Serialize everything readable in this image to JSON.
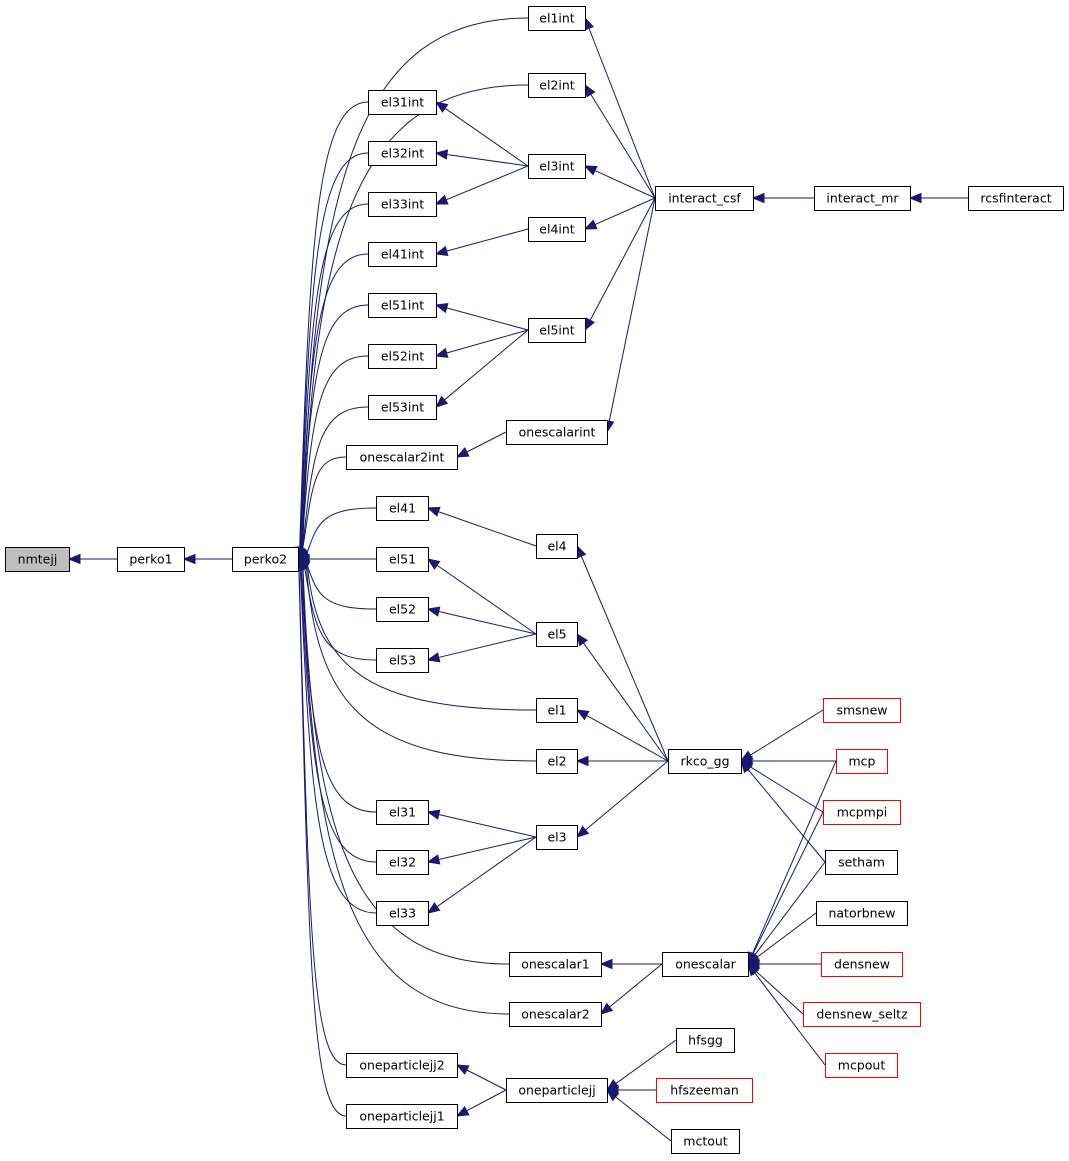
{
  "colors": {
    "edge": "#191970",
    "box_border": "#000000",
    "truncated_border": "#ff0000",
    "current_fill": "#bfbfbf",
    "box_fill": "#ffffff"
  },
  "nodes": [
    {
      "id": "nmtejj",
      "label": "nmtejj",
      "current": true
    },
    {
      "id": "perko1",
      "label": "perko1"
    },
    {
      "id": "perko2",
      "label": "perko2"
    },
    {
      "id": "el1int",
      "label": "el1int"
    },
    {
      "id": "el2int",
      "label": "el2int"
    },
    {
      "id": "el31int",
      "label": "el31int"
    },
    {
      "id": "el32int",
      "label": "el32int"
    },
    {
      "id": "el33int",
      "label": "el33int"
    },
    {
      "id": "el41int",
      "label": "el41int"
    },
    {
      "id": "el51int",
      "label": "el51int"
    },
    {
      "id": "el52int",
      "label": "el52int"
    },
    {
      "id": "el53int",
      "label": "el53int"
    },
    {
      "id": "onescalar2int",
      "label": "onescalar2int"
    },
    {
      "id": "el41",
      "label": "el41"
    },
    {
      "id": "el51",
      "label": "el51"
    },
    {
      "id": "el52",
      "label": "el52"
    },
    {
      "id": "el53",
      "label": "el53"
    },
    {
      "id": "el31",
      "label": "el31"
    },
    {
      "id": "el32",
      "label": "el32"
    },
    {
      "id": "el33",
      "label": "el33"
    },
    {
      "id": "oneparticlejj2",
      "label": "oneparticlejj2"
    },
    {
      "id": "oneparticlejj1",
      "label": "oneparticlejj1"
    },
    {
      "id": "el3int",
      "label": "el3int"
    },
    {
      "id": "el4int",
      "label": "el4int"
    },
    {
      "id": "el5int",
      "label": "el5int"
    },
    {
      "id": "onescalarint",
      "label": "onescalarint"
    },
    {
      "id": "el4",
      "label": "el4"
    },
    {
      "id": "el5",
      "label": "el5"
    },
    {
      "id": "el1",
      "label": "el1"
    },
    {
      "id": "el2",
      "label": "el2"
    },
    {
      "id": "el3",
      "label": "el3"
    },
    {
      "id": "onescalar1",
      "label": "onescalar1"
    },
    {
      "id": "onescalar2",
      "label": "onescalar2"
    },
    {
      "id": "oneparticlejj",
      "label": "oneparticlejj"
    },
    {
      "id": "interact_csf",
      "label": "interact_csf"
    },
    {
      "id": "interact_mr",
      "label": "interact_mr"
    },
    {
      "id": "rcsfinteract",
      "label": "rcsfinteract"
    },
    {
      "id": "rkco_gg",
      "label": "rkco_gg"
    },
    {
      "id": "onescalar",
      "label": "onescalar"
    },
    {
      "id": "smsnew",
      "label": "smsnew",
      "truncated": true
    },
    {
      "id": "mcp",
      "label": "mcp",
      "truncated": true
    },
    {
      "id": "mcpmpi",
      "label": "mcpmpi",
      "truncated": true
    },
    {
      "id": "setham",
      "label": "setham"
    },
    {
      "id": "natorbnew",
      "label": "natorbnew"
    },
    {
      "id": "densnew",
      "label": "densnew",
      "truncated": true
    },
    {
      "id": "densnew_seltz",
      "label": "densnew_seltz",
      "truncated": true
    },
    {
      "id": "mcpout",
      "label": "mcpout",
      "truncated": true
    },
    {
      "id": "hfsgg",
      "label": "hfsgg"
    },
    {
      "id": "hfszeeman",
      "label": "hfszeeman",
      "truncated": true
    },
    {
      "id": "mctout",
      "label": "mctout"
    }
  ],
  "edges": [
    {
      "from": "perko1",
      "to": "nmtejj"
    },
    {
      "from": "perko2",
      "to": "perko1"
    },
    {
      "from": "el1int",
      "to": "perko2"
    },
    {
      "from": "el2int",
      "to": "perko2"
    },
    {
      "from": "el31int",
      "to": "perko2"
    },
    {
      "from": "el32int",
      "to": "perko2"
    },
    {
      "from": "el33int",
      "to": "perko2"
    },
    {
      "from": "el41int",
      "to": "perko2"
    },
    {
      "from": "el51int",
      "to": "perko2"
    },
    {
      "from": "el52int",
      "to": "perko2"
    },
    {
      "from": "el53int",
      "to": "perko2"
    },
    {
      "from": "onescalar2int",
      "to": "perko2"
    },
    {
      "from": "el41",
      "to": "perko2"
    },
    {
      "from": "el51",
      "to": "perko2"
    },
    {
      "from": "el52",
      "to": "perko2"
    },
    {
      "from": "el53",
      "to": "perko2"
    },
    {
      "from": "el1",
      "to": "perko2"
    },
    {
      "from": "el2",
      "to": "perko2"
    },
    {
      "from": "el31",
      "to": "perko2"
    },
    {
      "from": "el32",
      "to": "perko2"
    },
    {
      "from": "el33",
      "to": "perko2"
    },
    {
      "from": "onescalar1",
      "to": "perko2"
    },
    {
      "from": "onescalar2",
      "to": "perko2"
    },
    {
      "from": "oneparticlejj2",
      "to": "perko2"
    },
    {
      "from": "oneparticlejj1",
      "to": "perko2"
    },
    {
      "from": "interact_csf",
      "to": "el1int"
    },
    {
      "from": "interact_csf",
      "to": "el2int"
    },
    {
      "from": "el3int",
      "to": "el31int"
    },
    {
      "from": "el3int",
      "to": "el32int"
    },
    {
      "from": "el3int",
      "to": "el33int"
    },
    {
      "from": "el4int",
      "to": "el41int"
    },
    {
      "from": "el5int",
      "to": "el51int"
    },
    {
      "from": "el5int",
      "to": "el52int"
    },
    {
      "from": "el5int",
      "to": "el53int"
    },
    {
      "from": "onescalarint",
      "to": "onescalar2int"
    },
    {
      "from": "interact_csf",
      "to": "el3int"
    },
    {
      "from": "interact_csf",
      "to": "el4int"
    },
    {
      "from": "interact_csf",
      "to": "el5int"
    },
    {
      "from": "interact_csf",
      "to": "onescalarint"
    },
    {
      "from": "interact_mr",
      "to": "interact_csf"
    },
    {
      "from": "rcsfinteract",
      "to": "interact_mr"
    },
    {
      "from": "el4",
      "to": "el41"
    },
    {
      "from": "el5",
      "to": "el51"
    },
    {
      "from": "el5",
      "to": "el52"
    },
    {
      "from": "el5",
      "to": "el53"
    },
    {
      "from": "rkco_gg",
      "to": "el4"
    },
    {
      "from": "rkco_gg",
      "to": "el5"
    },
    {
      "from": "rkco_gg",
      "to": "el1"
    },
    {
      "from": "rkco_gg",
      "to": "el2"
    },
    {
      "from": "rkco_gg",
      "to": "el3"
    },
    {
      "from": "el3",
      "to": "el31"
    },
    {
      "from": "el3",
      "to": "el32"
    },
    {
      "from": "el3",
      "to": "el33"
    },
    {
      "from": "smsnew",
      "to": "rkco_gg"
    },
    {
      "from": "mcp",
      "to": "rkco_gg"
    },
    {
      "from": "mcpmpi",
      "to": "rkco_gg"
    },
    {
      "from": "setham",
      "to": "rkco_gg"
    },
    {
      "from": "onescalar",
      "to": "onescalar1"
    },
    {
      "from": "onescalar",
      "to": "onescalar2"
    },
    {
      "from": "mcp",
      "to": "onescalar"
    },
    {
      "from": "mcpmpi",
      "to": "onescalar"
    },
    {
      "from": "setham",
      "to": "onescalar"
    },
    {
      "from": "natorbnew",
      "to": "onescalar"
    },
    {
      "from": "densnew",
      "to": "onescalar"
    },
    {
      "from": "densnew_seltz",
      "to": "onescalar"
    },
    {
      "from": "mcpout",
      "to": "onescalar"
    },
    {
      "from": "oneparticlejj",
      "to": "oneparticlejj2"
    },
    {
      "from": "oneparticlejj",
      "to": "oneparticlejj1"
    },
    {
      "from": "hfsgg",
      "to": "oneparticlejj"
    },
    {
      "from": "hfszeeman",
      "to": "oneparticlejj"
    },
    {
      "from": "mctout",
      "to": "oneparticlejj"
    }
  ]
}
